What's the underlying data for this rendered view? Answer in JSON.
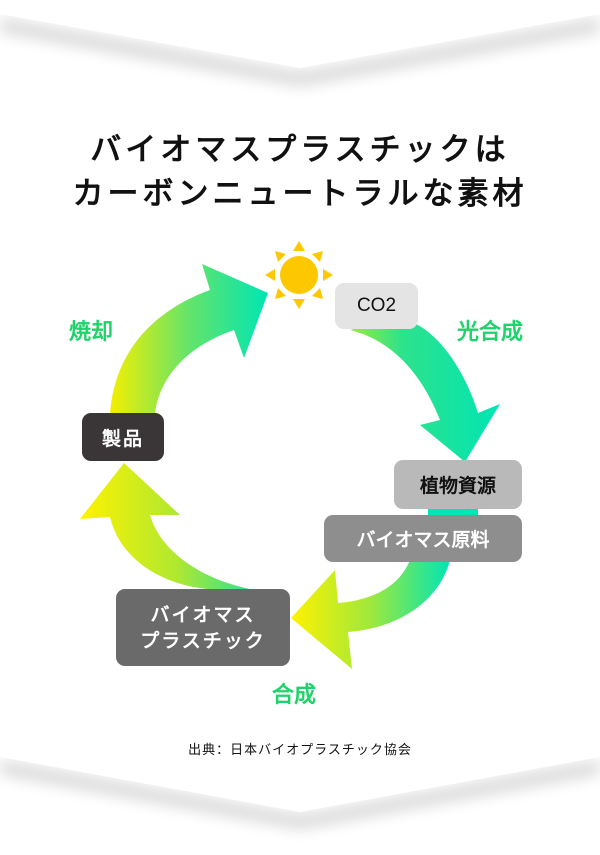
{
  "title": {
    "line1": "バイオマスプラスチックは",
    "line2": "カーボンニュートラルな素材"
  },
  "cycle": {
    "nodes": [
      {
        "id": "co2",
        "label": "CO2",
        "color": "#e4e4e4",
        "text_color": "#111111"
      },
      {
        "id": "plant",
        "label": "植物資源",
        "color": "#b9b9b9",
        "text_color": "#111111"
      },
      {
        "id": "raw",
        "label": "バイオマス原料",
        "color": "#8e8e8e",
        "text_color": "#ffffff"
      },
      {
        "id": "bioplastic",
        "label_line1": "バイオマス",
        "label_line2": "プラスチック",
        "color": "#6b6a6a",
        "text_color": "#ffffff"
      },
      {
        "id": "product",
        "label": "製品",
        "color": "#3a3536",
        "text_color": "#ffffff"
      }
    ],
    "steps": [
      {
        "id": "photosynthesis",
        "label": "光合成"
      },
      {
        "id": "synthesis",
        "label": "合成"
      },
      {
        "id": "incineration",
        "label": "焼却"
      }
    ],
    "sun_icon": "sun-icon",
    "colors": {
      "arrow_start": "#fff200",
      "arrow_end": "#00e5b4",
      "step_label": "#1fd36a",
      "sun": "#fdc800"
    }
  },
  "source": "出典：日本バイオプラスチック協会"
}
